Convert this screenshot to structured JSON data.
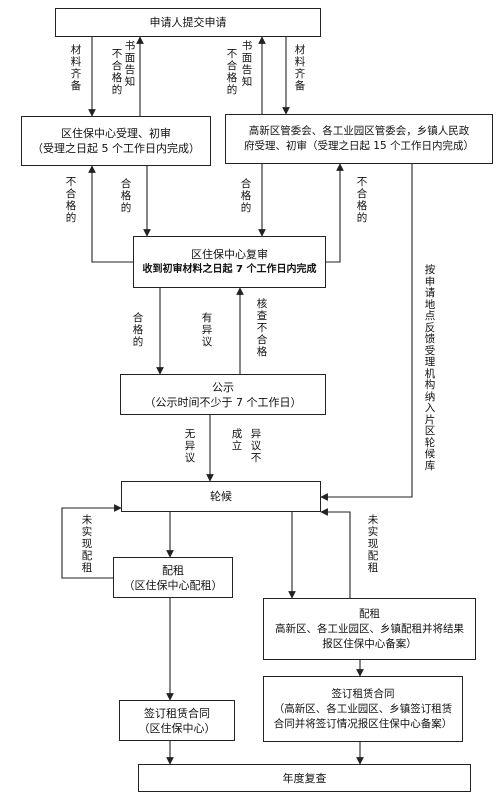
{
  "boxes": {
    "submit": "申请人提交申请",
    "district_review": {
      "line1": "区住保中心受理、初审",
      "line2": "（受理之日起 5 个工作日内完成）"
    },
    "zone_review": {
      "line1": "高新区管委会、各工业园区管委会，乡镇人民政",
      "line2": "府受理、初审（受理之日起 15 个工作日内完成）"
    },
    "recheck": {
      "line1": "区住保中心复审",
      "line2": "收到初审材料之日起 7 个工作日内完成"
    },
    "publicity": {
      "line1": "公示",
      "line2": "（公示时间不少于 7 个工作日）"
    },
    "waiting": "轮候",
    "district_allot": {
      "line1": "配租",
      "line2": "（区住保中心配租）"
    },
    "zone_allot": {
      "line1": "配租",
      "line2": "高新区、各工业园区、乡镇配租并将结果",
      "line3": "报区住保中心备案）"
    },
    "district_contract": {
      "line1": "签订租赁合同",
      "line2": "（区住保中心）"
    },
    "zone_contract": {
      "line1": "签订租赁合同",
      "line2": "（高新区、各工业园区、乡镇签订租赁",
      "line3": "合同并将签订情况报区住保中心备案）"
    },
    "annual": "年度复查"
  },
  "labels": {
    "materials_complete_left": "材料齐备",
    "written_notice_left": "书面告知",
    "unqualified_left": "不合格的",
    "written_notice_right": "书面告知",
    "unqualified_right": "不合格的",
    "materials_complete_right": "材料齐备",
    "recheck_unqualified_left": "不合格的",
    "recheck_qualified_left": "合格的",
    "recheck_qualified_right": "合格的",
    "recheck_unqualified_right": "不合格的",
    "feedback": "按申请地点反馈受理机构纳入片区轮候库",
    "pub_qualified": "合格的",
    "pub_objection": "有异议",
    "verify_unqualified": "核查不合格",
    "no_objection": "无异议",
    "objection_label_a": "异议不",
    "objection_label_b": "成立",
    "not_allotted_left": "未实现配租",
    "not_allotted_right": "未实现配租"
  }
}
